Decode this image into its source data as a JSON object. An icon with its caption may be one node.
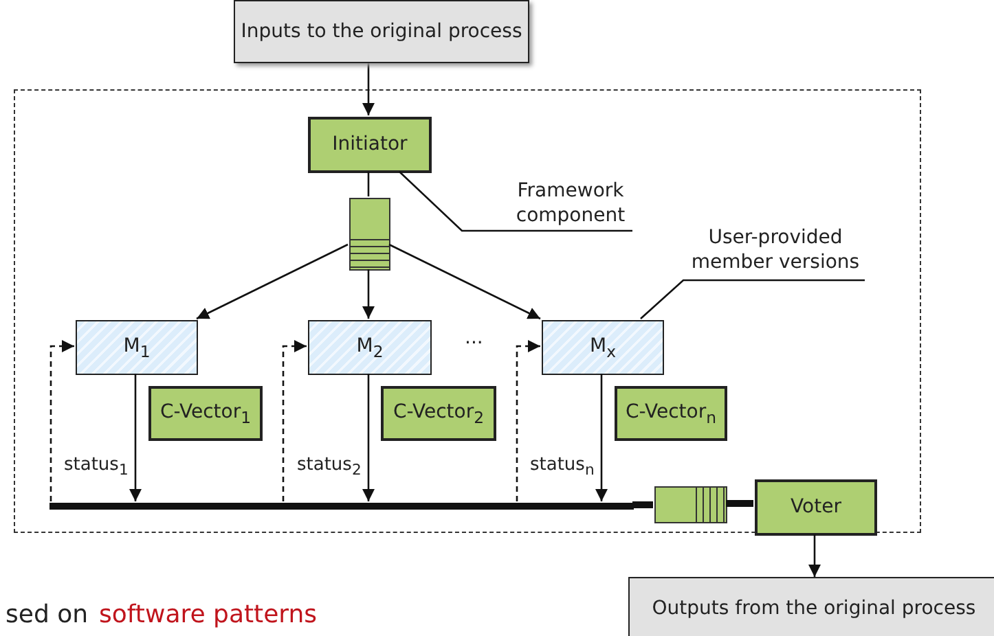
{
  "diagram": {
    "nodes": [
      {
        "text": [
          "Inputs to the original process"
        ]
      },
      {
        "text": [],
        "shape": "box"
      },
      {
        "text": [
          "Initiator"
        ],
        "in": 1
      },
      {
        "text": [],
        "shape": "box",
        "in": 1
      },
      {
        "text": [
          "M$_{1}$"
        ],
        "in": 1
      },
      {
        "text": [
          "M$_{2}$"
        ],
        "in": 1
      },
      {
        "text": [
          "M$_{x}$"
        ],
        "in": 1
      },
      {
        "text": [
          "C-Vector$_{1}$"
        ],
        "in": 1
      },
      {
        "text": [
          "C-Vector$_{2}$"
        ],
        "in": 1
      },
      {
        "text": [
          "C-Vector$_{n}$"
        ],
        "in": 1
      },
      {
        "text": [],
        "shape": "bar",
        "in": 1
      },
      {
        "text": [],
        "shape": "box",
        "in": 1
      },
      {
        "text": [
          "Voter"
        ],
        "in": 1
      },
      {
        "text": [
          "Outputs from the original process"
        ]
      },
      {
        "text": [
          "Framework component"
        ],
        "in": 1
      },
      {
        "text": [
          "User-provided member versions"
        ],
        "in": 1
      }
    ],
    "edges": [
      {
        "from": 0,
        "to": 2,
        "arrow": "to"
      },
      {
        "from": 2,
        "to": 3,
        "arrow": "none"
      },
      {
        "from": 3,
        "to": 4,
        "arrow": "to"
      },
      {
        "from": 3,
        "to": 5,
        "arrow": "to"
      },
      {
        "from": 3,
        "to": 6,
        "arrow": "to"
      },
      {
        "from": 4,
        "to": 10,
        "arrow": "to",
        "label": "status$_{1}$"
      },
      {
        "from": 5,
        "to": 10,
        "arrow": "to",
        "label": "status$_{2}$"
      },
      {
        "from": 6,
        "to": 10,
        "arrow": "to",
        "label": "status$_{n}$"
      },
      {
        "from": 10,
        "to": 4,
        "arrow": "to",
        "style": "dashed"
      },
      {
        "from": 10,
        "to": 5,
        "arrow": "to",
        "style": "dashed"
      },
      {
        "from": 10,
        "to": 6,
        "arrow": "to",
        "style": "dashed"
      },
      {
        "from": 10,
        "to": 11,
        "arrow": "none",
        "style": "thick"
      },
      {
        "from": 11,
        "to": 12,
        "arrow": "none",
        "style": "thick"
      },
      {
        "from": 12,
        "to": 13,
        "arrow": "to"
      },
      {
        "from": 14,
        "to": 2,
        "arrow": "none"
      },
      {
        "from": 15,
        "to": 6,
        "arrow": "none"
      }
    ],
    "labels": [
      "...",
      "sed on",
      "software patterns"
    ]
  }
}
